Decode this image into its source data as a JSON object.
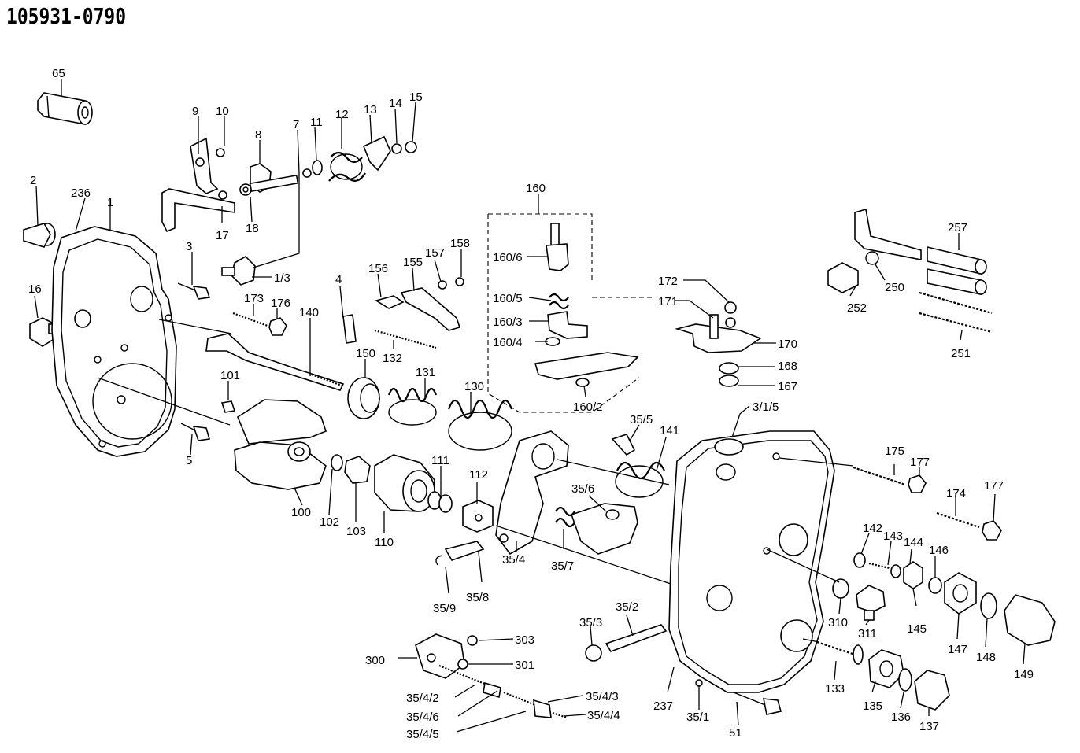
{
  "title": "105931-0790",
  "callouts": [
    {
      "id": "65",
      "text": "65"
    },
    {
      "id": "9",
      "text": "9"
    },
    {
      "id": "10",
      "text": "10"
    },
    {
      "id": "8",
      "text": "8"
    },
    {
      "id": "7",
      "text": "7"
    },
    {
      "id": "11",
      "text": "11"
    },
    {
      "id": "12",
      "text": "12"
    },
    {
      "id": "13",
      "text": "13"
    },
    {
      "id": "14",
      "text": "14"
    },
    {
      "id": "15",
      "text": "15"
    },
    {
      "id": "2",
      "text": "2"
    },
    {
      "id": "236",
      "text": "236"
    },
    {
      "id": "1",
      "text": "1"
    },
    {
      "id": "17",
      "text": "17"
    },
    {
      "id": "18",
      "text": "18"
    },
    {
      "id": "3",
      "text": "3"
    },
    {
      "id": "1/3",
      "text": "1/3"
    },
    {
      "id": "16",
      "text": "16"
    },
    {
      "id": "173",
      "text": "173"
    },
    {
      "id": "176",
      "text": "176"
    },
    {
      "id": "140",
      "text": "140"
    },
    {
      "id": "4",
      "text": "4"
    },
    {
      "id": "156",
      "text": "156"
    },
    {
      "id": "155",
      "text": "155"
    },
    {
      "id": "157",
      "text": "157"
    },
    {
      "id": "158",
      "text": "158"
    },
    {
      "id": "132",
      "text": "132"
    },
    {
      "id": "150",
      "text": "150"
    },
    {
      "id": "131",
      "text": "131"
    },
    {
      "id": "130",
      "text": "130"
    },
    {
      "id": "101",
      "text": "101"
    },
    {
      "id": "5",
      "text": "5"
    },
    {
      "id": "100",
      "text": "100"
    },
    {
      "id": "102",
      "text": "102"
    },
    {
      "id": "103",
      "text": "103"
    },
    {
      "id": "110",
      "text": "110"
    },
    {
      "id": "111",
      "text": "111"
    },
    {
      "id": "112",
      "text": "112"
    },
    {
      "id": "160",
      "text": "160"
    },
    {
      "id": "160/6",
      "text": "160/6"
    },
    {
      "id": "160/5",
      "text": "160/5"
    },
    {
      "id": "160/3",
      "text": "160/3"
    },
    {
      "id": "160/4",
      "text": "160/4"
    },
    {
      "id": "160/2",
      "text": "160/2"
    },
    {
      "id": "172",
      "text": "172"
    },
    {
      "id": "171",
      "text": "171"
    },
    {
      "id": "170",
      "text": "170"
    },
    {
      "id": "168",
      "text": "168"
    },
    {
      "id": "167",
      "text": "167"
    },
    {
      "id": "3/1/5",
      "text": "3/1/5"
    },
    {
      "id": "257",
      "text": "257"
    },
    {
      "id": "252",
      "text": "252"
    },
    {
      "id": "250",
      "text": "250"
    },
    {
      "id": "251",
      "text": "251"
    },
    {
      "id": "35/5",
      "text": "35/5"
    },
    {
      "id": "141",
      "text": "141"
    },
    {
      "id": "35/6",
      "text": "35/6"
    },
    {
      "id": "35/7",
      "text": "35/7"
    },
    {
      "id": "35/4",
      "text": "35/4"
    },
    {
      "id": "35/8",
      "text": "35/8"
    },
    {
      "id": "35/9",
      "text": "35/9"
    },
    {
      "id": "175",
      "text": "175"
    },
    {
      "id": "177a",
      "text": "177"
    },
    {
      "id": "174",
      "text": "174"
    },
    {
      "id": "177b",
      "text": "177"
    },
    {
      "id": "142",
      "text": "142"
    },
    {
      "id": "143",
      "text": "143"
    },
    {
      "id": "144",
      "text": "144"
    },
    {
      "id": "146",
      "text": "146"
    },
    {
      "id": "145",
      "text": "145"
    },
    {
      "id": "147",
      "text": "147"
    },
    {
      "id": "148",
      "text": "148"
    },
    {
      "id": "149",
      "text": "149"
    },
    {
      "id": "310",
      "text": "310"
    },
    {
      "id": "311",
      "text": "311"
    },
    {
      "id": "35/2",
      "text": "35/2"
    },
    {
      "id": "35/3",
      "text": "35/3"
    },
    {
      "id": "303",
      "text": "303"
    },
    {
      "id": "300",
      "text": "300"
    },
    {
      "id": "301",
      "text": "301"
    },
    {
      "id": "35/4/2",
      "text": "35/4/2"
    },
    {
      "id": "35/4/6",
      "text": "35/4/6"
    },
    {
      "id": "35/4/5",
      "text": "35/4/5"
    },
    {
      "id": "35/4/3",
      "text": "35/4/3"
    },
    {
      "id": "35/4/4",
      "text": "35/4/4"
    },
    {
      "id": "237",
      "text": "237"
    },
    {
      "id": "35/1",
      "text": "35/1"
    },
    {
      "id": "51",
      "text": "51"
    },
    {
      "id": "133",
      "text": "133"
    },
    {
      "id": "135",
      "text": "135"
    },
    {
      "id": "136",
      "text": "136"
    },
    {
      "id": "137",
      "text": "137"
    }
  ]
}
